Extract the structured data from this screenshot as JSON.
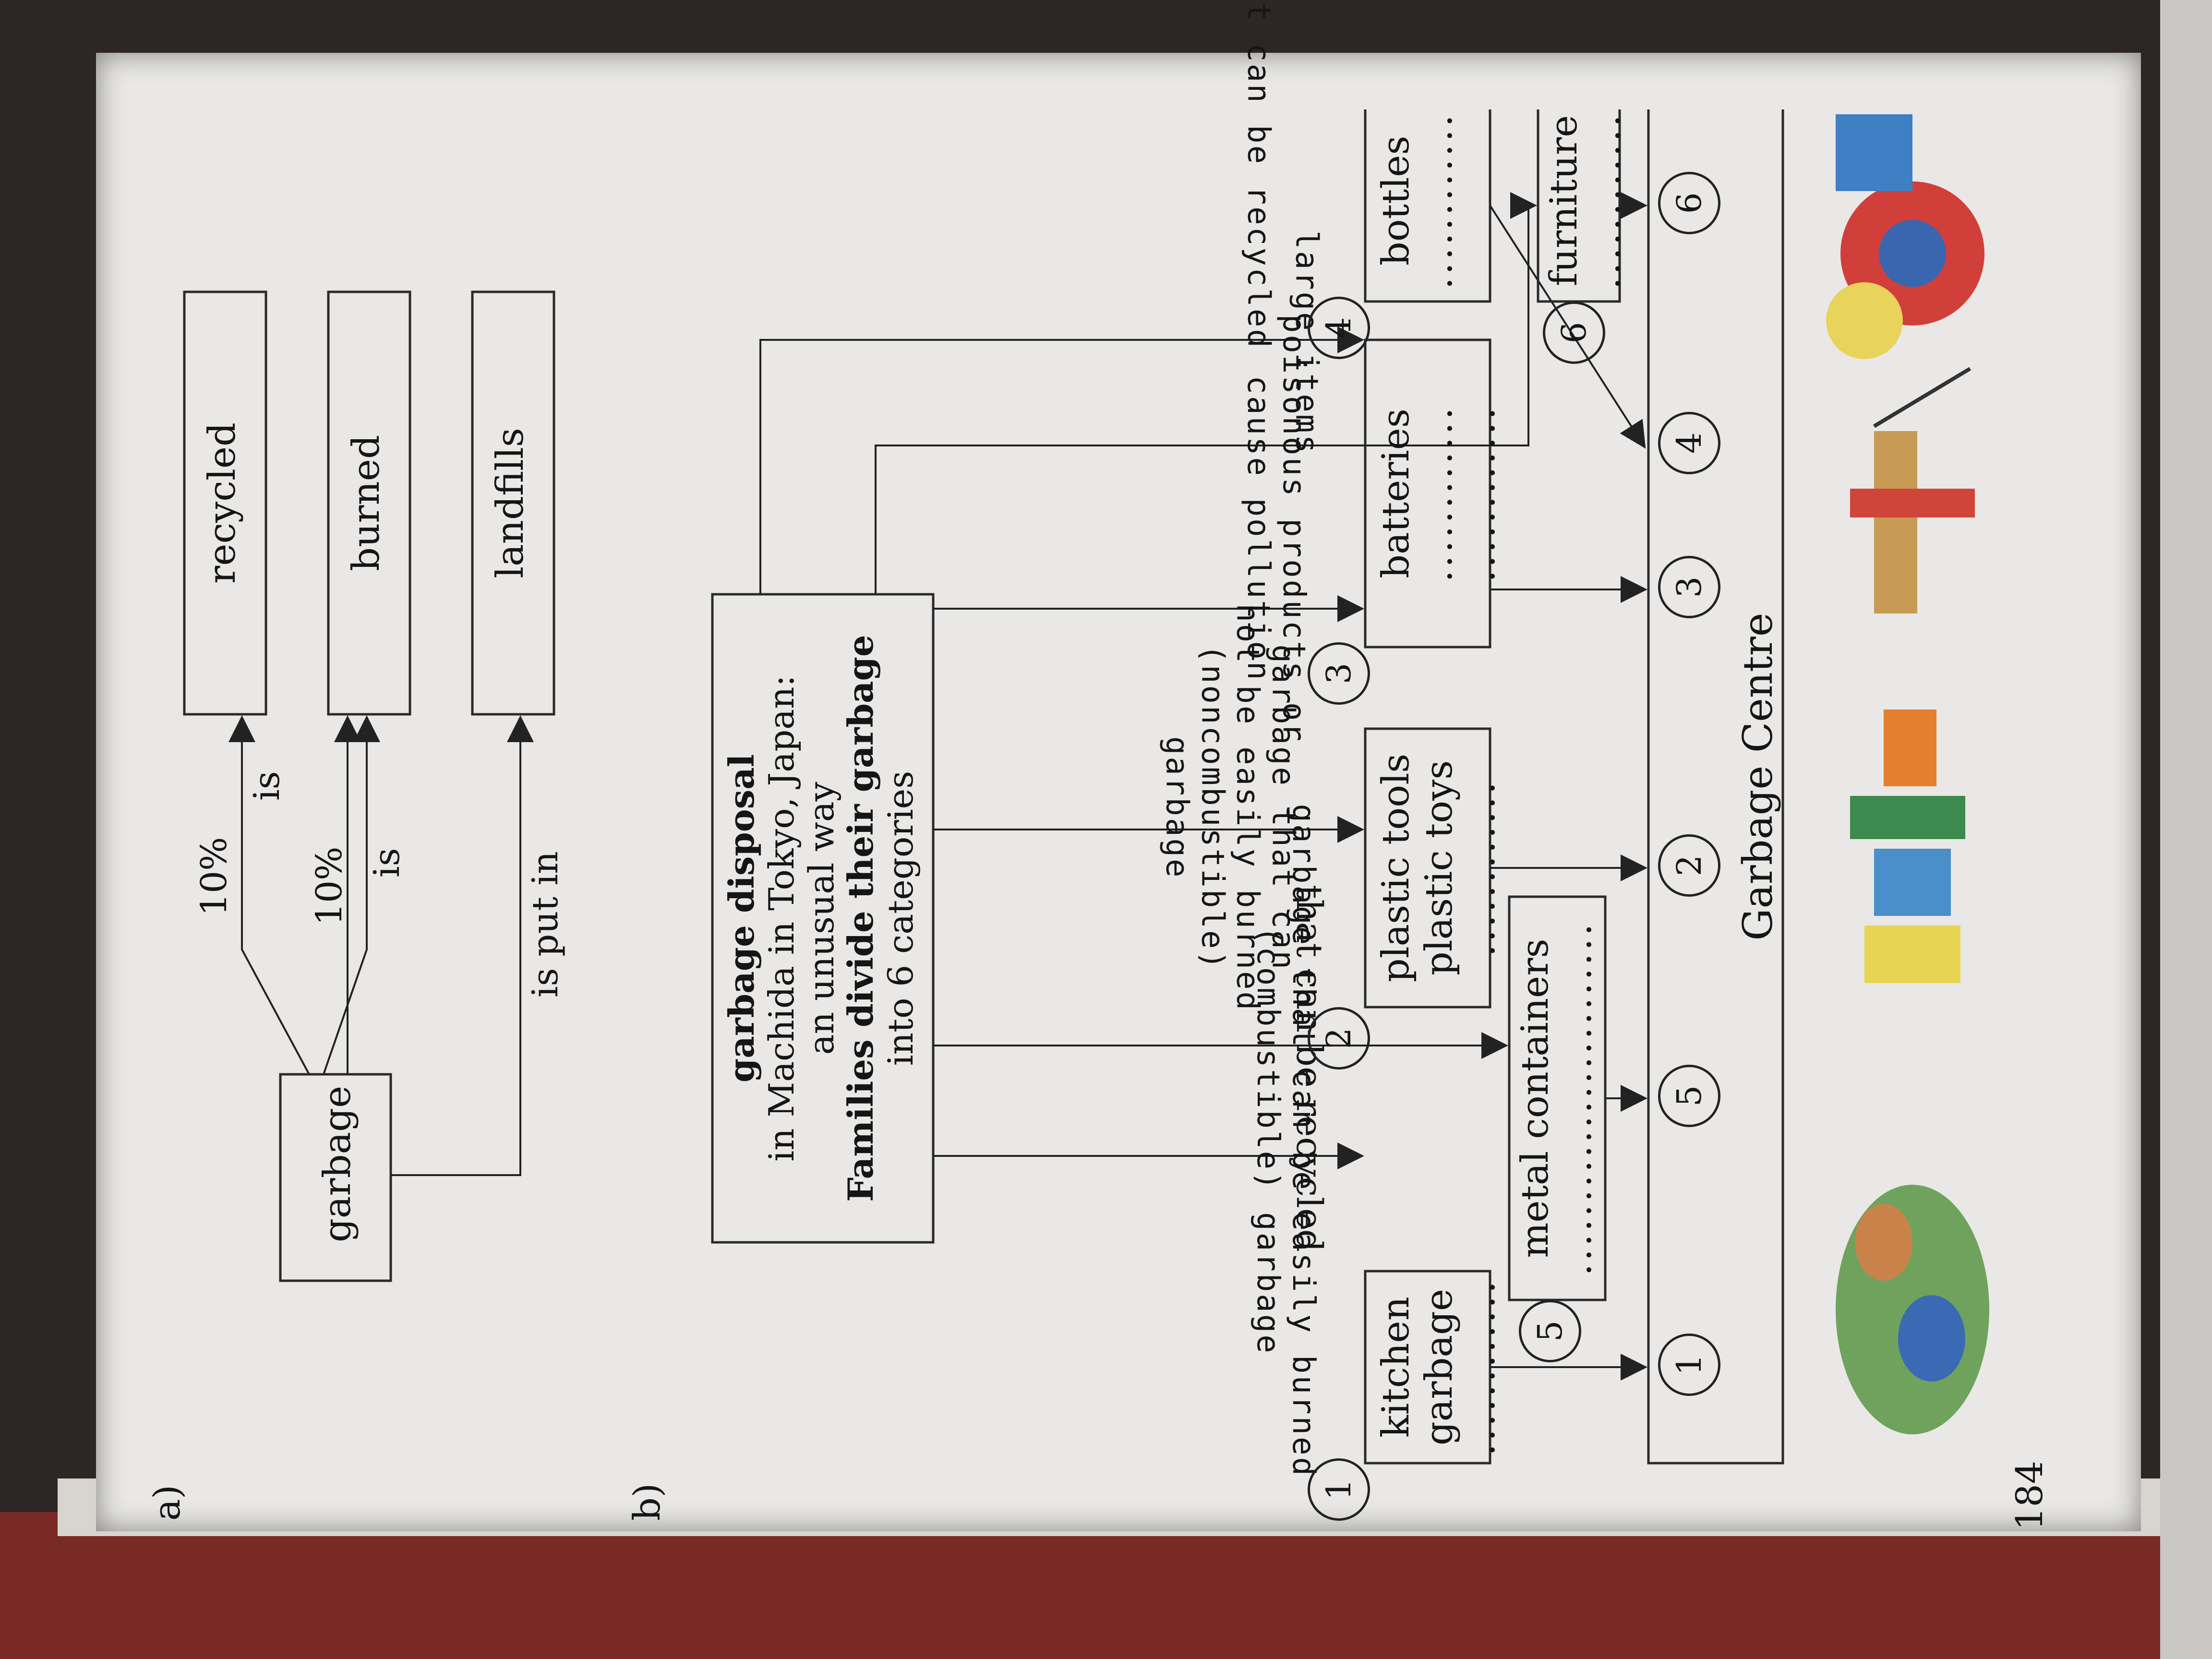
{
  "page_number": "184",
  "section_a": {
    "label": "a)",
    "source": "garbage",
    "targets": {
      "recycled": "recycled",
      "burned": "burned",
      "landfills": "landfills"
    },
    "edges": {
      "recycled_pct": "10%",
      "recycled_is": "is",
      "burned_pct": "10%",
      "burned_is": "is",
      "landfill_put": "is put in"
    }
  },
  "section_b": {
    "label": "b)",
    "center_title": "garbage disposal",
    "center_line2": "in Machida in Tokyo, Japan:",
    "center_line3": "an unusual way",
    "center_line4": "Families divide their garbage",
    "center_line5": "into 6 categories",
    "edges": {
      "burnable_1": "garbage that can be easily burned",
      "burnable_2": "(combustible) garbage",
      "recycle_left": "that can be recycled",
      "noncomb_1": "garbage that can",
      "noncomb_2": "not be easily burned",
      "noncomb_3": "(noncombustible)",
      "noncomb_4": "garbage",
      "poison_1": "poisonous products or",
      "poison_2": "cause pollution",
      "large": "large items",
      "recycle_right": "that can be recycled"
    },
    "categories": [
      {
        "num": "1",
        "line1": "kitchen",
        "line2": "garbage",
        "blank": "............"
      },
      {
        "num": "2",
        "line1": "plastic tools",
        "line2": "plastic toys",
        "blank": "............"
      },
      {
        "num": "3",
        "line1": "batteries",
        "line2": "............",
        "blank": "............"
      },
      {
        "num": "4",
        "line1": "bottles",
        "line2": "............",
        "blank": ""
      },
      {
        "num": "5",
        "line1": "metal containers",
        "line2": "........................",
        "blank": ""
      },
      {
        "num": "6",
        "line1": "furniture",
        "line2": "............",
        "blank": ""
      }
    ],
    "centre_label": "Garbage Centre",
    "centre_slots": [
      "1",
      "5",
      "2",
      "3",
      "4",
      "6"
    ]
  }
}
